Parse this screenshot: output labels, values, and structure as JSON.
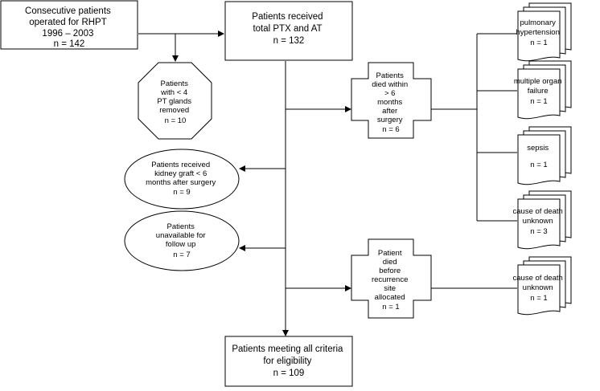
{
  "nodes": {
    "consecutive": {
      "lines": [
        "Consecutive patients",
        "operated for RHPT",
        "1996 – 2003",
        "n = 142"
      ]
    },
    "received_ptx": {
      "lines": [
        "Patients received",
        "total PTX and AT",
        "n = 132"
      ]
    },
    "fewer_glands": {
      "lines": [
        "Patients",
        "with < 4",
        "PT glands",
        "removed",
        "n = 10"
      ]
    },
    "died_within": {
      "lines": [
        "Patients",
        "died within",
        "> 6",
        "months",
        "after",
        "surgery",
        "n = 6"
      ]
    },
    "kidney_graft": {
      "lines": [
        "Patients received",
        "kidney graft < 6",
        "months after surgery",
        "n = 9"
      ]
    },
    "unavailable": {
      "lines": [
        "Patients",
        "unavailable for",
        "follow up",
        "n = 7"
      ]
    },
    "died_before": {
      "lines": [
        "Patient",
        "died",
        "before",
        "recurrence",
        "site",
        "allocated",
        "n = 1"
      ]
    },
    "eligible": {
      "lines": [
        "Patients meeting all criteria",
        "for eligibility",
        "n = 109"
      ]
    },
    "pulmonary": {
      "lines": [
        "pulmonary",
        "hypertension",
        "n = 1"
      ]
    },
    "organ_failure": {
      "lines": [
        "multiple organ",
        "failure",
        "n = 1"
      ]
    },
    "sepsis": {
      "lines": [
        "sepsis",
        "n = 1"
      ]
    },
    "unknown_3": {
      "lines": [
        "cause of death",
        "unknown",
        "n = 3"
      ]
    },
    "unknown_1": {
      "lines": [
        "cause of death",
        "unknown",
        "n = 1"
      ]
    }
  }
}
